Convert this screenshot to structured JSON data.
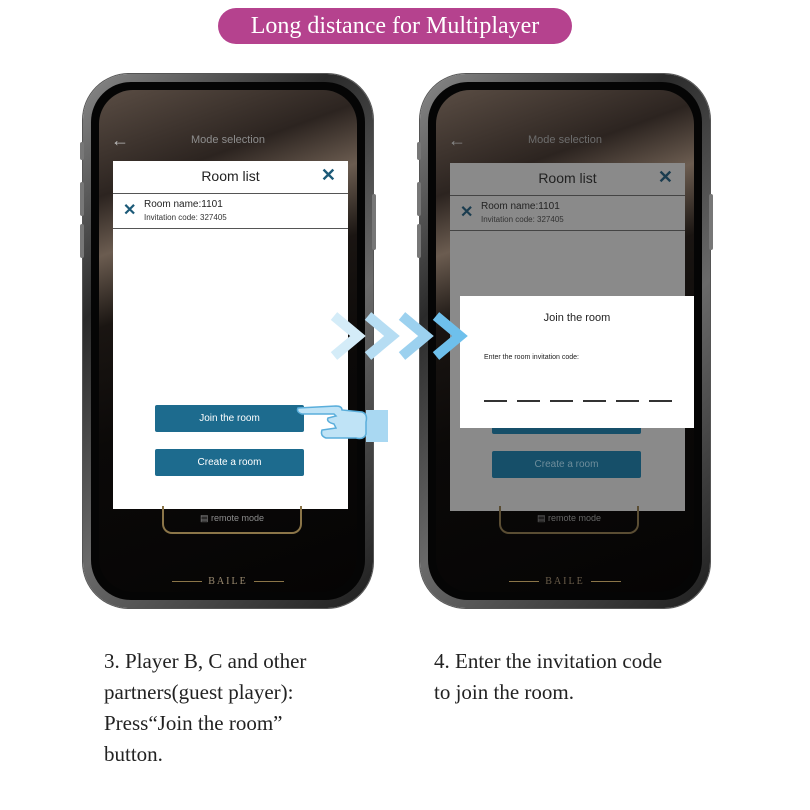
{
  "banner": "Long distance for Multiplayer",
  "phone1": {
    "header_title": "Mode selection",
    "modal_title": "Room list",
    "room_name": "Room name:1101",
    "invitation_code": "Invitation code: 327405",
    "join_button": "Join the room",
    "create_button": "Create a room",
    "remote_mode": "remote mode",
    "brand": "BAILE"
  },
  "phone2": {
    "header_title": "Mode selection",
    "modal_title": "Room list",
    "room_name": "Room name:1101",
    "invitation_code": "Invitation code: 327405",
    "join_dialog_title": "Join the room",
    "join_dialog_label": "Enter the room invitation code:",
    "create_button": "Create a room",
    "remote_mode": "remote mode",
    "brand": "BAILE"
  },
  "captions": {
    "step3": "3. Player B, C and other\npartners(guest player):\nPress“Join the room”\nbutton.",
    "step4": "4. Enter the invitation code\nto join the room."
  },
  "colors": {
    "banner": "#b5428e",
    "button": "#1d6b8e",
    "arrow": "#7fc4ea"
  }
}
